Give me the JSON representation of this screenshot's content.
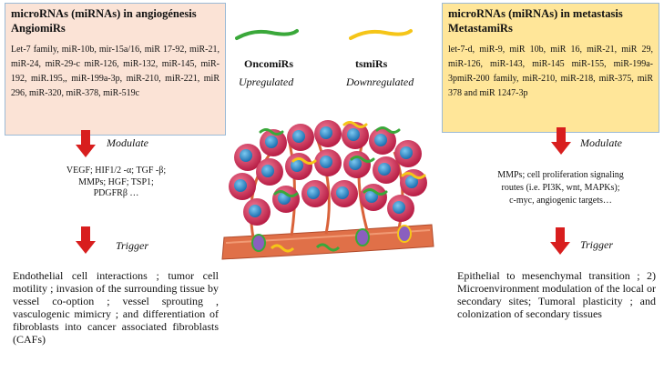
{
  "left_box": {
    "title_line1": "microRNAs (miRNAs) in angiogénesis",
    "title_line2": "AngiomiRs",
    "mirna_list": "Let-7 family, miR-10b, mir-15a/16, miR 17-92, miR-21, miR-24, miR-29-c miR-126, miR-132, miR-145, miR-192, miR.195,, miR-199a-3p, miR-210, miR-221, miR 296, miR-320, miR-378, miR-519c"
  },
  "right_box": {
    "title_line1": "microRNAs (miRNAs) in metastasis",
    "title_line2": "MetastamiRs",
    "mirna_list": "let-7-d, miR-9, miR 10b, miR 16, miR-21, miR 29, miR-126, miR-143, miR-145 miR-155, miR-199a-3pmiR-200 family, miR-210, miR-218, miR-375, miR 378 and miR 1247-3p"
  },
  "legend": {
    "oncomirs": "OncomiRs",
    "oncomirs_sub": "Upregulated",
    "tsmirs": "tsmiRs",
    "tsmirs_sub": "Downregulated",
    "oncomirs_color": "#3aa83a",
    "tsmirs_color": "#f5c518"
  },
  "left_flow": {
    "modulate": "Modulate",
    "targets_line1": "VEGF; HIF1/2  -α; TGF -β;",
    "targets_line2": "MMPs; HGF; TSP1;",
    "targets_line3": "PDGFRβ …",
    "trigger": "Trigger",
    "outcome": "Endothelial cell interactions ; tumor cell motility ; invasion of the surrounding tissue by vessel co-option ; vessel sprouting , vasculogenic mimicry ; and differentiation of fibroblasts into cancer associated fibroblasts (CAFs)"
  },
  "right_flow": {
    "modulate": "Modulate",
    "targets_line1": "MMPs; cell proliferation signaling",
    "targets_line2": "routes (i.e. PI3K, wnt, MAPKs);",
    "targets_line3": "c-myc, angiogenic targets…",
    "trigger": "Trigger",
    "outcome": "Epithelial to mesenchymal transition ; 2) Microenvironment modulation of the local or secondary sites; Tumoral plasticity ; and colonization of secondary tissues"
  },
  "colors": {
    "arrow": "#d81e1e",
    "tumor_cell": "#d22a55",
    "nucleus": "#2a8fd0",
    "vessel": "#d9623a"
  }
}
